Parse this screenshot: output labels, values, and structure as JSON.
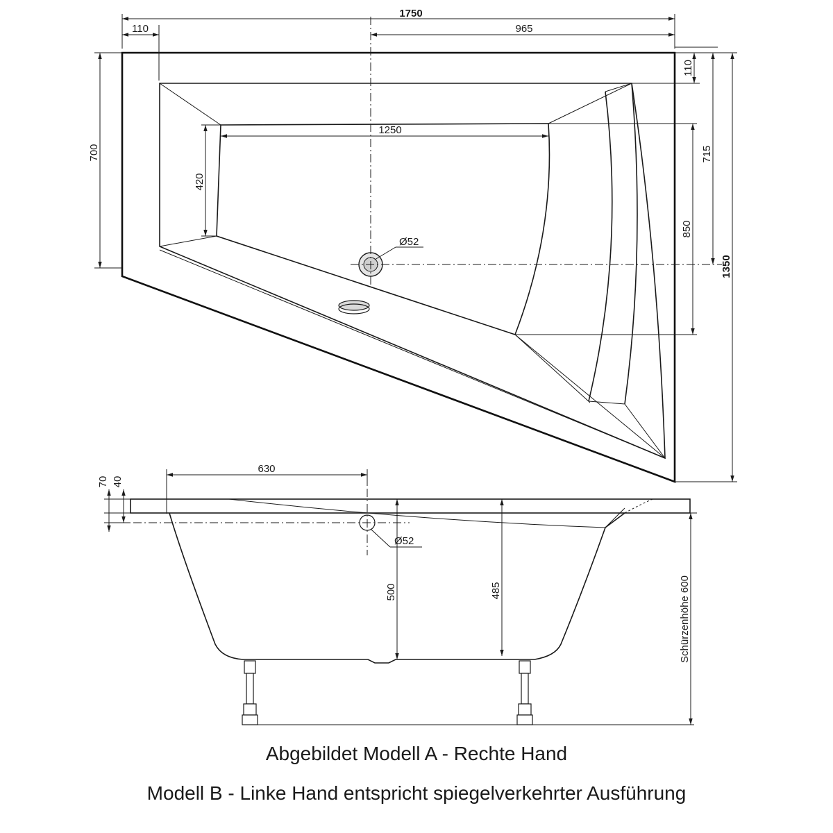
{
  "top_view": {
    "width_total": "1750",
    "offset_left": "110",
    "drain_to_right": "965",
    "depth_left": "700",
    "rim_top": "110",
    "inner_width": "1250",
    "inner_depth_left": "420",
    "depth_mid": "715",
    "depth_right_inner": "850",
    "depth_total": "1350",
    "drain_diameter": "Ø52"
  },
  "side_view": {
    "rim_70": "70",
    "rim_40": "40",
    "drain_offset": "630",
    "drain_diameter": "Ø52",
    "depth_500": "500",
    "depth_485": "485",
    "apron_height": "Schürzenhöhe 600"
  },
  "captions": {
    "line1": "Abgebildet Modell A - Rechte Hand",
    "line2": "Modell B - Linke Hand entspricht spiegelverkehrter Ausführung"
  }
}
